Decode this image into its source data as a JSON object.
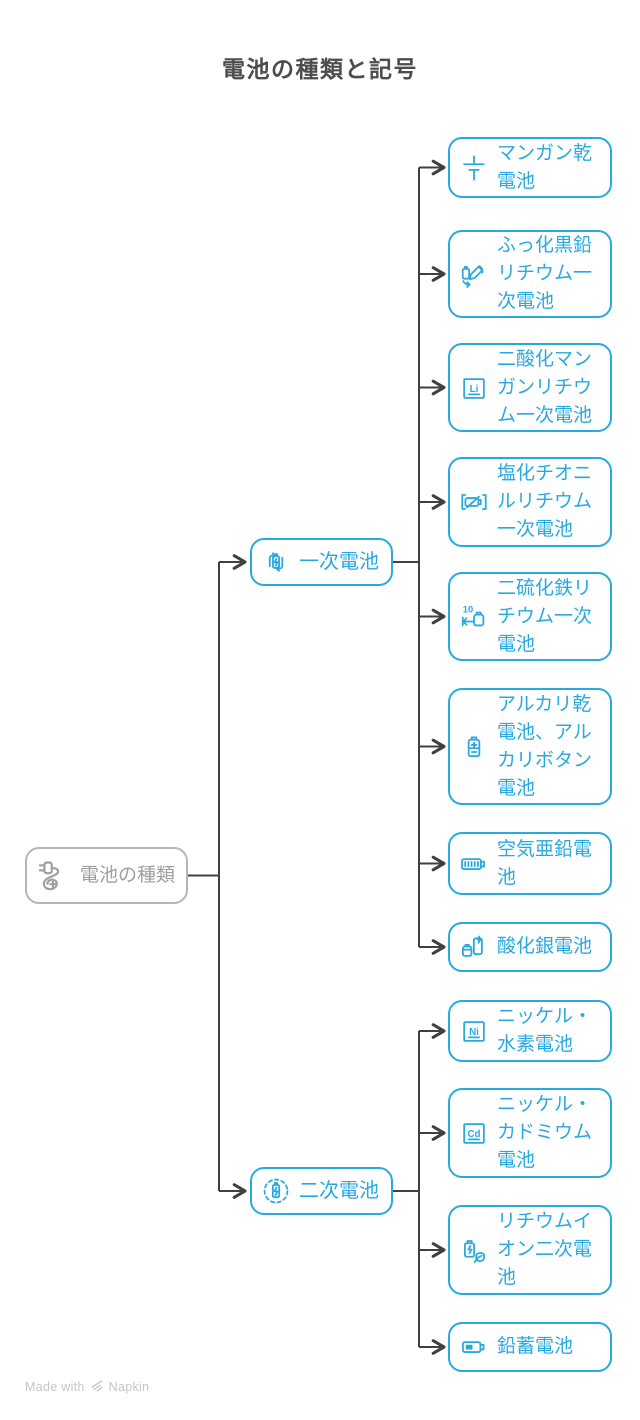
{
  "title": "電池の種類と記号",
  "colors": {
    "accent": "#29a9e0",
    "root_text": "#9da0a3",
    "root_border": "#b3b6b9",
    "connector": "#404040",
    "title": "#4d4d4d",
    "watermark": "#c4c6c8"
  },
  "root": {
    "label": "電池の種類",
    "icon": "plug-battery-icon"
  },
  "branches": [
    {
      "label": "一次電池",
      "icon": "battery-recycle-icon",
      "children": [
        {
          "label": "マンガン乾電池",
          "icon": "battery-cell-symbol-icon"
        },
        {
          "label": "ふっ化黒鉛リチウム一次電池",
          "icon": "battery-pen-recycle-icon"
        },
        {
          "label": "二酸化マンガンリチウム一次電池",
          "icon": "element-li-icon",
          "element": "Li"
        },
        {
          "label": "塩化チオニルリチウム一次電池",
          "icon": "battery-slash-icon"
        },
        {
          "label": "二硫化鉄リチウム一次電池",
          "icon": "battery-10-year-icon",
          "badge": "10"
        },
        {
          "label": "アルカリ乾電池、アルカリボタン電池",
          "icon": "battery-plus-minus-icon"
        },
        {
          "label": "空気亜鉛電池",
          "icon": "battery-full-icon"
        },
        {
          "label": "酸化銀電池",
          "icon": "button-cell-charge-icon"
        }
      ]
    },
    {
      "label": "二次電池",
      "icon": "battery-charge-circle-icon",
      "children": [
        {
          "label": "ニッケル・水素電池",
          "icon": "element-ni-icon",
          "element": "Ni"
        },
        {
          "label": "ニッケル・カドミウム電池",
          "icon": "element-cd-icon",
          "element": "Cd"
        },
        {
          "label": "リチウムイオン二次電池",
          "icon": "battery-leaf-icon"
        },
        {
          "label": "鉛蓄電池",
          "icon": "battery-low-icon"
        }
      ]
    }
  ],
  "watermark": {
    "made_with": "Made with",
    "brand": "Napkin"
  }
}
